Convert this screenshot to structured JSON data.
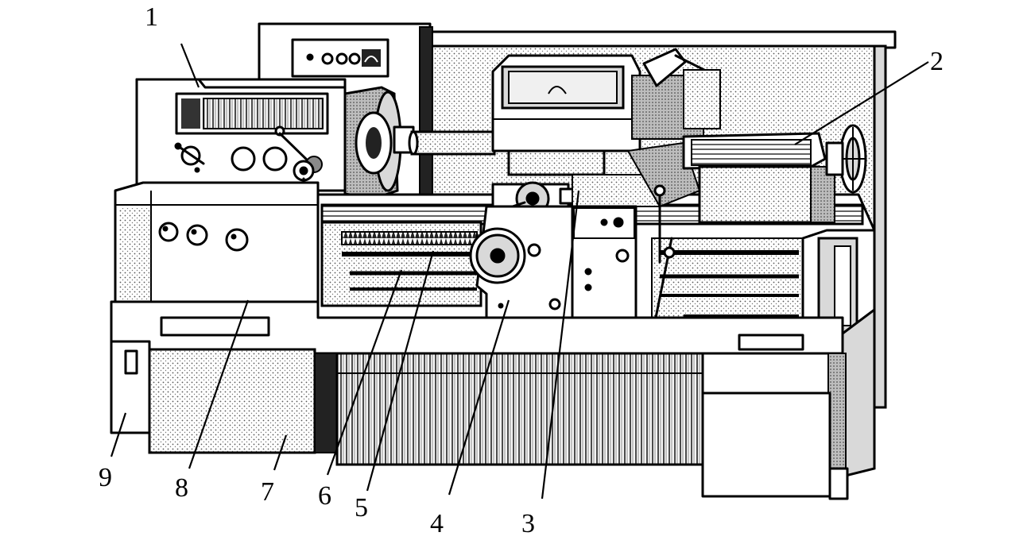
{
  "labels": [
    {
      "id": "1",
      "text": "1",
      "part": "headstock"
    },
    {
      "id": "2",
      "text": "2",
      "part": "tailstock"
    },
    {
      "id": "3",
      "text": "3",
      "part": "tool-post"
    },
    {
      "id": "4",
      "text": "4",
      "part": "apron"
    },
    {
      "id": "5",
      "text": "5",
      "part": "lead-screw"
    },
    {
      "id": "6",
      "text": "6",
      "part": "feed-rod"
    },
    {
      "id": "7",
      "text": "7",
      "part": "left-pedestal"
    },
    {
      "id": "8",
      "text": "8",
      "part": "gearbox"
    },
    {
      "id": "9",
      "text": "9",
      "part": "left-base-door"
    }
  ]
}
